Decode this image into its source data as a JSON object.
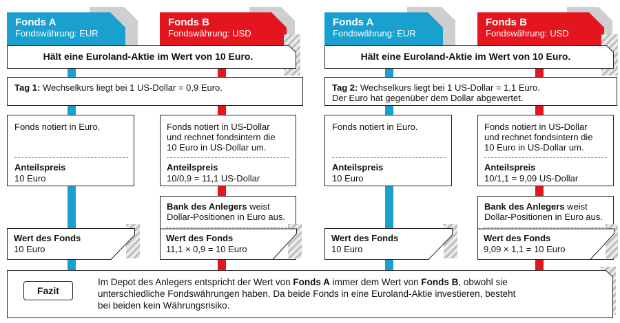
{
  "colors": {
    "fonds_a": "#1aa0cf",
    "fonds_b": "#e3151f"
  },
  "panels": [
    {
      "fonds_a": {
        "name": "Fonds A",
        "currency": "Fondswährung: EUR"
      },
      "fonds_b": {
        "name": "Fonds B",
        "currency": "Fondswährung: USD"
      },
      "header": "Hält eine Euroland-Aktie im Wert von 10 Euro.",
      "day_label": "Tag 1:",
      "day_text": " Wechselkurs liegt bei 1 US-Dollar = 0,9 Euro.",
      "day_text2": "",
      "a_note": "Fonds notiert in Euro.",
      "a_price_label": "Anteilspreis",
      "a_price_value": "10 Euro",
      "b_note": [
        "Fonds notiert in US-Dollar",
        "und rechnet fondsintern die",
        "10 Euro in US-Dollar um."
      ],
      "b_price_label": "Anteilspreis",
      "b_price_value": "10/0,9 = 11,1 US-Dollar",
      "bank_bold": "Bank des Anlegers",
      "bank_rest1": " weist",
      "bank_rest2": "Dollar-Positionen in Euro aus.",
      "a_value_label": "Wert des Fonds",
      "a_value": "10 Euro",
      "b_value_label": "Wert des Fonds",
      "b_value": "11,1 × 0,9 = 10 Euro"
    },
    {
      "fonds_a": {
        "name": "Fonds A",
        "currency": "Fondswährung: EUR"
      },
      "fonds_b": {
        "name": "Fonds B",
        "currency": "Fondswährung: USD"
      },
      "header": "Hält eine Euroland-Aktie im Wert von 10 Euro.",
      "day_label": "Tag 2:",
      "day_text": " Wechselkurs liegt bei 1 US-Dollar = 1,1 Euro.",
      "day_text2": "Der Euro hat gegenüber dem Dollar abgewertet.",
      "a_note": "Fonds notiert in Euro.",
      "a_price_label": "Anteilspreis",
      "a_price_value": "10 Euro",
      "b_note": [
        "Fonds notiert in US-Dollar",
        "und rechnet fondsintern die",
        "10 Euro in US-Dollar um."
      ],
      "b_price_label": "Anteilspreis",
      "b_price_value": "10/1,1 = 9,09 US-Dollar",
      "bank_bold": "Bank des Anlegers",
      "bank_rest1": " weist",
      "bank_rest2": "Dollar-Positionen in Euro aus.",
      "a_value_label": "Wert des Fonds",
      "a_value": "10 Euro",
      "b_value_label": "Wert des Fonds",
      "b_value": "9,09 × 1,1 = 10 Euro"
    }
  ],
  "fazit": {
    "label": "Fazit",
    "line1_pre": "Im Depot des Anlegers entspricht der Wert von ",
    "line1_a": "Fonds A",
    "line1_mid": " immer dem Wert von ",
    "line1_b": "Fonds B",
    "line1_post": ", obwohl sie",
    "line2": "unterschiedliche Fondswährungen haben. Da beide Fonds in eine Euroland-Aktie investieren, besteht",
    "line3": "bei beiden kein Währungsrisiko."
  }
}
